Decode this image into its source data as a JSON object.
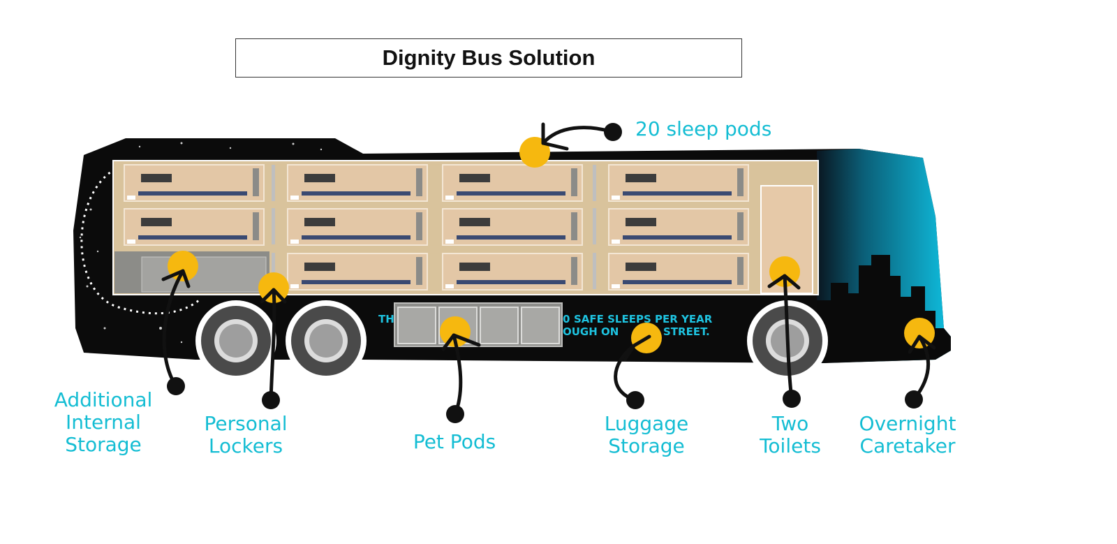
{
  "title": "Dignity Bus Solution",
  "bus_text": {
    "line1_left": "TH",
    "line1_right": "SAFE SLEEPS PER YEAR",
    "line2": "OUGH ON",
    "line2_right": "STREET."
  },
  "callouts": {
    "sleep_pods": "20 sleep pods",
    "storage": [
      "Additional",
      "Internal",
      "Storage"
    ],
    "lockers": [
      "Personal",
      "Lockers"
    ],
    "pet_pods": "Pet Pods",
    "luggage": [
      "Luggage",
      "Storage"
    ],
    "toilets": [
      "Two",
      "Toilets"
    ],
    "caretaker": [
      "Overnight",
      "Caretaker"
    ]
  },
  "colors": {
    "label": "#14bdd3",
    "marker": "#f6b80f",
    "pod_fill": "#e3c7a6",
    "frame": "#d9c39c",
    "bus_body": "#0d0d0d",
    "bus_front": "#0fb2d3"
  }
}
